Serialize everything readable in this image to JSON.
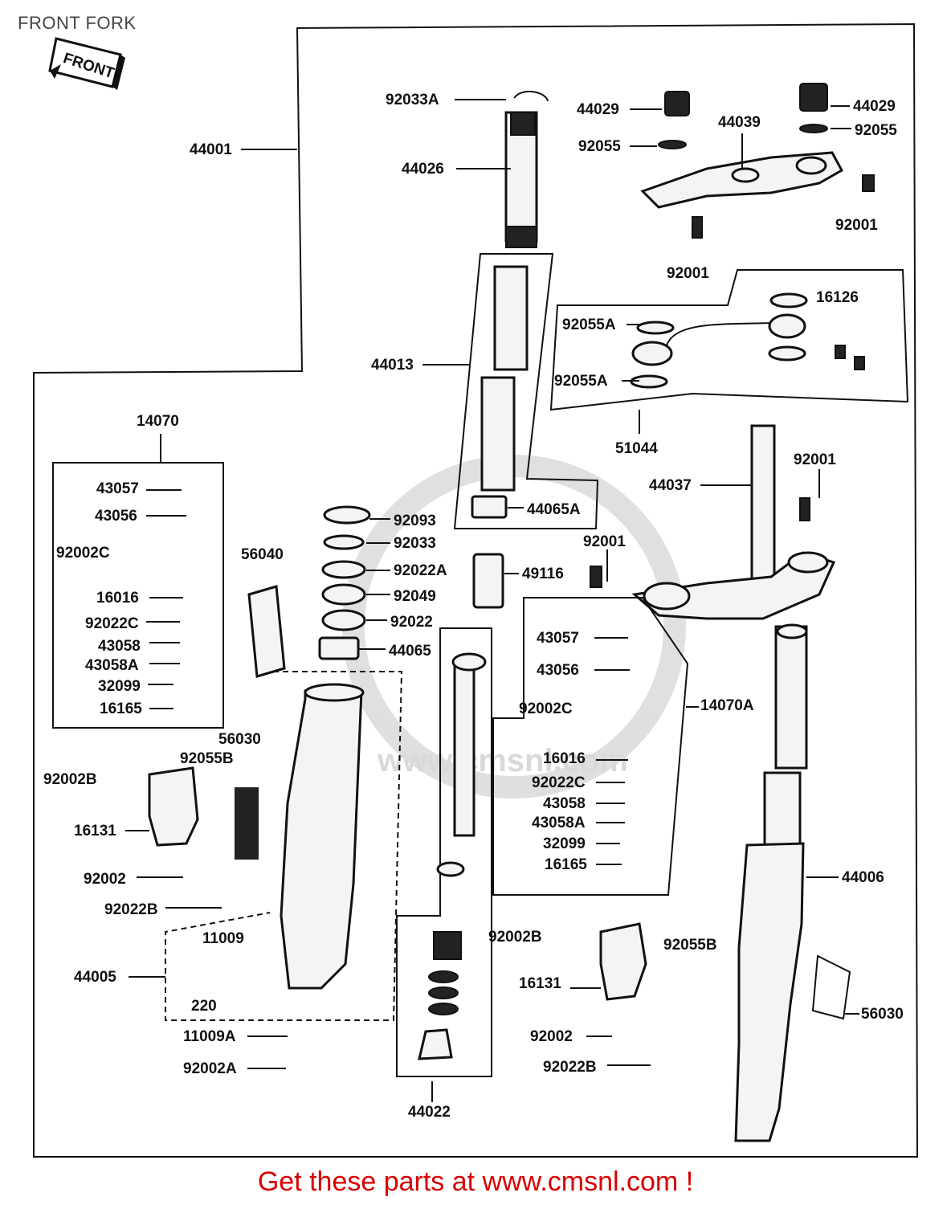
{
  "title": "FRONT FORK",
  "front_badge": "FRONT",
  "watermark": "www.cmsnl.com",
  "footer": "Get these parts at www.cmsnl.com !",
  "parts": [
    "92033A",
    "44029",
    "44029",
    "44039",
    "92055",
    "92055",
    "44001",
    "44026",
    "92001",
    "92001",
    "44013",
    "16126",
    "92055A",
    "92055A",
    "51044",
    "92001",
    "44037",
    "14070",
    "43057",
    "43056",
    "92002C",
    "16016",
    "92022C",
    "43058",
    "43058A",
    "32099",
    "16165",
    "56040",
    "92093",
    "92033",
    "92022A",
    "49116",
    "92049",
    "92022",
    "44065",
    "44065A",
    "92001",
    "43057",
    "43056",
    "92002C",
    "14070A",
    "16016",
    "92022C",
    "43058",
    "43058A",
    "32099",
    "16165",
    "56030",
    "92055B",
    "92002B",
    "16131",
    "92002",
    "92022B",
    "11009",
    "44005",
    "220",
    "11009A",
    "92002A",
    "44006",
    "92002B",
    "92055B",
    "16131",
    "56030",
    "92002",
    "92022B",
    "44022"
  ]
}
